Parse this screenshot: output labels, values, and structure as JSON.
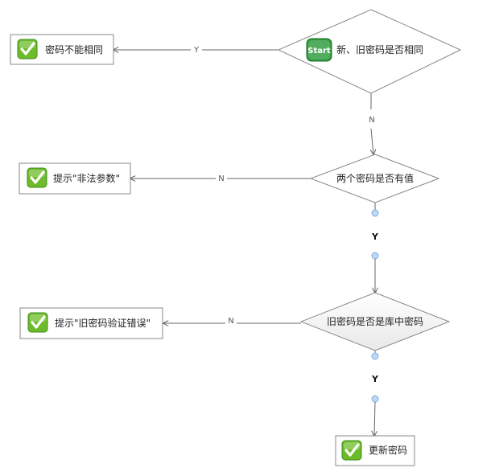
{
  "nodes": {
    "start_icon_text": "Start",
    "decision1": "新、旧密码是否相同",
    "result_same": "密码不能相同",
    "decision2": "两个密码是否有值",
    "result_illegal": "提示\"非法参数\"",
    "decision3": "旧密码是否是库中密码",
    "result_old_wrong": "提示\"旧密码验证错误\"",
    "update": "更新密码"
  },
  "edges": {
    "e1_yes": "Y",
    "e1_no": "N",
    "e2_no": "N",
    "e2_yes": "Y",
    "e3_no": "N",
    "e3_yes": "Y"
  },
  "colors": {
    "check_green": "#6dbb2a",
    "check_green_dark": "#3e8e1c",
    "start_green": "#2e9a3c",
    "connector_blue": "#9cc3ea",
    "line": "#666666",
    "diamond_border": "#888888"
  }
}
